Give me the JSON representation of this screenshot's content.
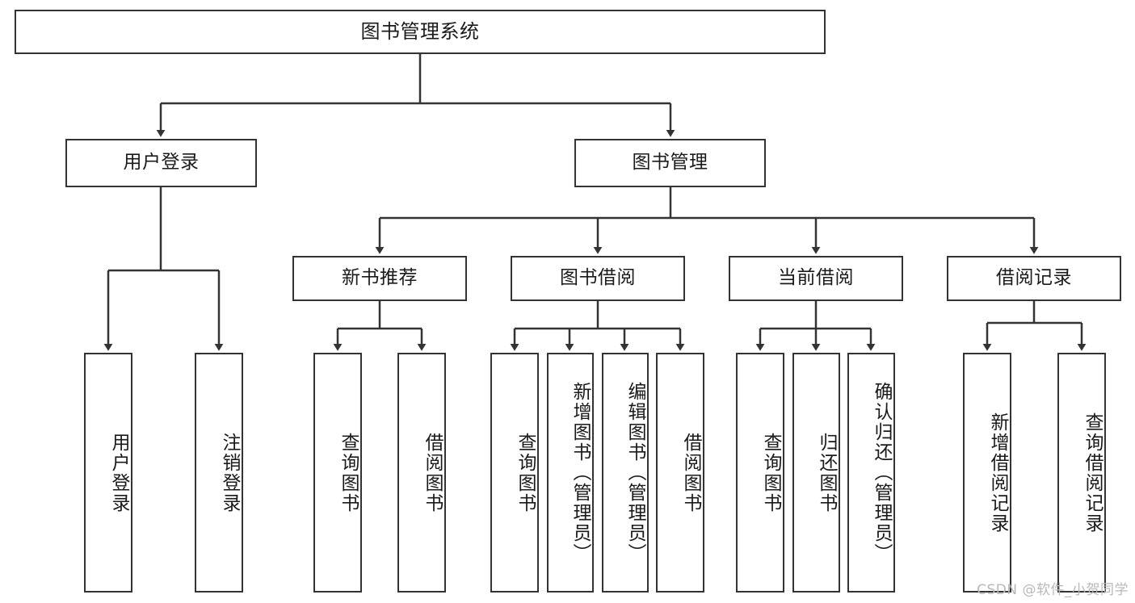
{
  "diagram": {
    "type": "tree-hierarchy",
    "title": "图书管理系统",
    "orientation": "top-down",
    "colors": {
      "box_border": "#333333",
      "box_fill": "#ffffff",
      "connector": "#333333",
      "text": "#1a1a1a",
      "watermark": "#b8b8b8",
      "background": "#ffffff"
    }
  },
  "nodes": {
    "root": {
      "label": "图书管理系统"
    },
    "level2": [
      {
        "id": "user-login",
        "label": "用户登录"
      },
      {
        "id": "book-manage",
        "label": "图书管理"
      }
    ],
    "level3": [
      {
        "id": "new-book-recommend",
        "label": "新书推荐"
      },
      {
        "id": "book-borrow",
        "label": "图书借阅"
      },
      {
        "id": "current-borrow",
        "label": "当前借阅"
      },
      {
        "id": "borrow-record",
        "label": "借阅记录"
      }
    ],
    "leaves": {
      "user_login": [
        {
          "id": "leaf-user-login",
          "label": "用户登录"
        },
        {
          "id": "leaf-logout-login",
          "label": "注销登录"
        }
      ],
      "new_book_recommend": [
        {
          "id": "leaf-query-book-1",
          "label": "查询图书"
        },
        {
          "id": "leaf-borrow-book-1",
          "label": "借阅图书"
        }
      ],
      "book_borrow": [
        {
          "id": "leaf-query-book-2",
          "label": "查询图书"
        },
        {
          "id": "leaf-add-book",
          "label": "新增图书（管理员）"
        },
        {
          "id": "leaf-edit-book",
          "label": "编辑图书（管理员）"
        },
        {
          "id": "leaf-borrow-book-2",
          "label": "借阅图书"
        }
      ],
      "current_borrow": [
        {
          "id": "leaf-query-book-3",
          "label": "查询图书"
        },
        {
          "id": "leaf-return-book",
          "label": "归还图书"
        },
        {
          "id": "leaf-confirm-return",
          "label": "确认归还（管理员）"
        }
      ],
      "borrow_record": [
        {
          "id": "leaf-add-record",
          "label": "新增借阅记录"
        },
        {
          "id": "leaf-query-record",
          "label": "查询借阅记录"
        }
      ]
    }
  },
  "watermark": {
    "text": "CSDN @软件_小贺同学"
  }
}
